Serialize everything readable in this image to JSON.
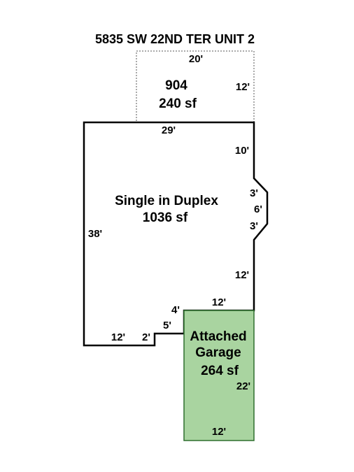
{
  "title": "5835 SW 22ND TER UNIT 2",
  "colors": {
    "outline": "#000000",
    "dotted_outline": "#555555",
    "garage_fill": "#a9d4a0",
    "garage_stroke": "#2e6f2e",
    "text": "#000000"
  },
  "sections": {
    "upper": {
      "code": "904",
      "area": "240 sf",
      "dim_top": "20'",
      "dim_side": "12'"
    },
    "main": {
      "name": "Single in Duplex",
      "area": "1036 sf",
      "dim_top": "29'",
      "dim_right_upper": "10'",
      "dim_bump_top": "3'",
      "dim_bump_mid": "6'",
      "dim_bump_bottom": "3'",
      "dim_right_lower": "12'",
      "dim_left": "38'",
      "dim_bottom_left": "12'",
      "dim_bottom_step": "2'",
      "dim_step_vertical": "5'",
      "dim_notch_vertical": "4'",
      "dim_notch_horizontal": "12'"
    },
    "garage": {
      "name_line1": "Attached",
      "name_line2": "Garage",
      "area": "264 sf",
      "dim_side": "22'",
      "dim_bottom": "12'"
    }
  }
}
